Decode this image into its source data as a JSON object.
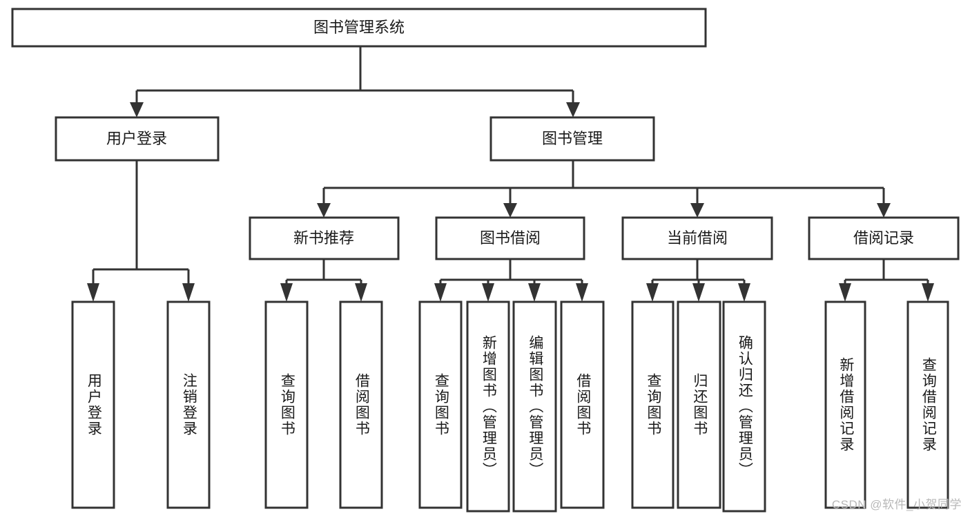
{
  "diagram": {
    "title": "图书管理系统",
    "type": "hierarchy-tree",
    "watermark": "CSDN @软件_小贺同学",
    "colors": {
      "box_stroke": "#333333",
      "box_fill": "#ffffff",
      "text": "#1a1a1a",
      "background": "#ffffff",
      "watermark": "#b8b8b8"
    },
    "root": {
      "label": "图书管理系统"
    },
    "level2": [
      {
        "label": "用户登录"
      },
      {
        "label": "图书管理"
      }
    ],
    "level3": [
      {
        "label": "新书推荐"
      },
      {
        "label": "图书借阅"
      },
      {
        "label": "当前借阅"
      },
      {
        "label": "借阅记录"
      }
    ],
    "leaves": {
      "user_login": [
        {
          "label": "用户登录"
        },
        {
          "label": "注销登录"
        }
      ],
      "new_book_recommend": [
        {
          "label": "查询图书"
        },
        {
          "label": "借阅图书"
        }
      ],
      "book_borrow": [
        {
          "label": "查询图书"
        },
        {
          "label": "新增图书（管理员）"
        },
        {
          "label": "编辑图书（管理员）"
        },
        {
          "label": "借阅图书"
        }
      ],
      "current_borrow": [
        {
          "label": "查询图书"
        },
        {
          "label": "归还图书"
        },
        {
          "label": "确认归还（管理员）"
        }
      ],
      "borrow_record": [
        {
          "label": "新增借阅记录"
        },
        {
          "label": "查询借阅记录"
        }
      ]
    }
  }
}
